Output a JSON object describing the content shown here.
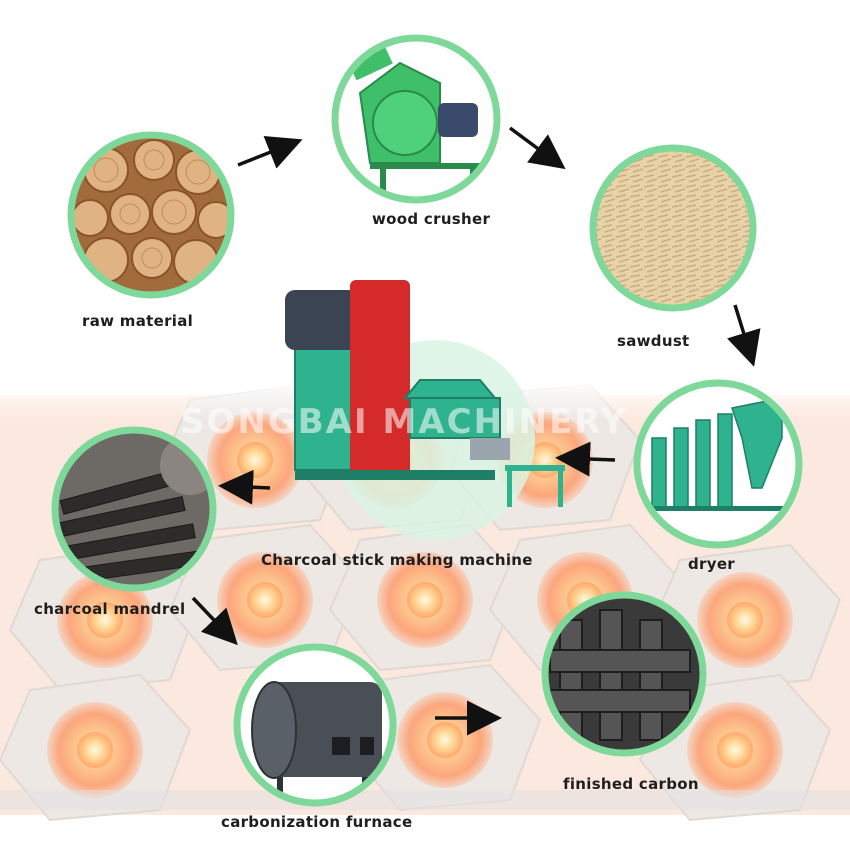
{
  "diagram": {
    "watermark": "SONGBAI MACHINERY",
    "nodes": {
      "raw_material": "raw material",
      "wood_crusher": "wood crusher",
      "sawdust": "sawdust",
      "dryer": "dryer",
      "charcoal_stick_machine": "Charcoal stick making machine",
      "charcoal_mandrel": "charcoal mandrel",
      "carbonization_furnace": "carbonization furnace",
      "finished_carbon": "finished carbon"
    },
    "colors": {
      "ring": "#7ed89a",
      "machine_green": "#2fb38f",
      "crusher_green": "#3fbf6a",
      "machine_red": "#d42a2a",
      "furnace_gray": "#4a4f55",
      "glow": "#ff8a3c",
      "arrow": "#111111"
    }
  }
}
